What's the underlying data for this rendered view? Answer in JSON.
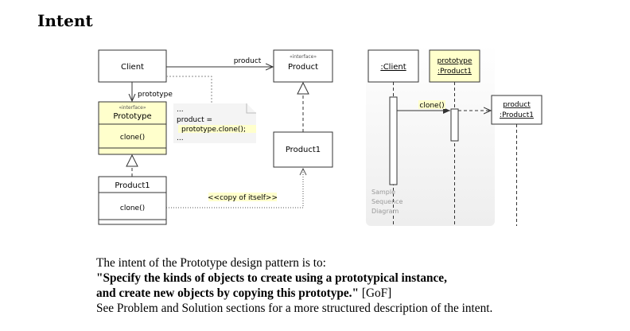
{
  "heading": "Intent",
  "class_diagram": {
    "client": {
      "name": "Client"
    },
    "product": {
      "stereotype": "«interface»",
      "name": "Product"
    },
    "prototype": {
      "stereotype": "«interface»",
      "name": "Prototype",
      "operation": "clone()"
    },
    "product1": {
      "name": "Product1"
    },
    "prototype1": {
      "name": "Product1",
      "operation": "clone()"
    },
    "labels": {
      "product_role": "product",
      "prototype_role": "prototype",
      "copy": "<<copy of itself>>"
    },
    "note": {
      "line1": "...",
      "line2": "product =",
      "line3": "prototype.clone();",
      "line4": "..."
    }
  },
  "sequence_diagram": {
    "client": ":Client",
    "prototype_line1": "prototype",
    "prototype_line2": ":Product1",
    "message": "clone()",
    "product_line1": "product",
    "product_line2": ":Product1",
    "watermark_line1": "Sample",
    "watermark_line2": "Sequence",
    "watermark_line3": "Diagram"
  },
  "colors": {
    "highlight": "#ffffcc",
    "note_fill": "#f4f4f4",
    "stroke": "#333333"
  },
  "text": {
    "line1": "The intent of the Prototype design pattern is to:",
    "quote1": "\"Specify the kinds of objects to create using a prototypical instance,",
    "quote2": "and create new objects by copying this prototype.\"",
    "gof": "[GoF]",
    "line4": "See Problem and Solution sections for a more structured description of the intent."
  }
}
